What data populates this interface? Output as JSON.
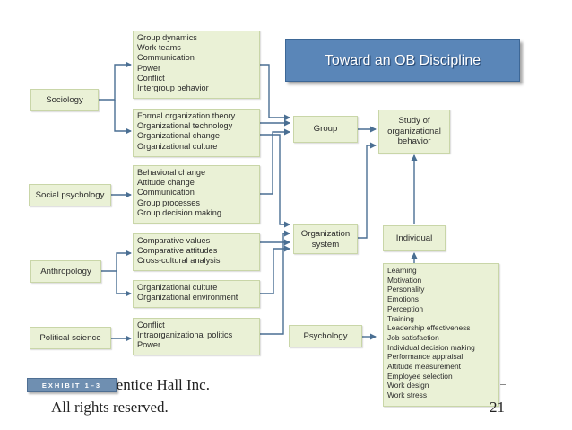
{
  "title": "Toward an OB Discipline",
  "exhibit": "EXHIBIT 1–3",
  "footer": {
    "copyright_fragment": "rentice Hall Inc.",
    "rights": "All rights reserved.",
    "page_number": "21"
  },
  "disciplines": {
    "sociology": "Sociology",
    "social_psychology": "Social psychology",
    "anthropology": "Anthropology",
    "political_science": "Political science",
    "psychology": "Psychology"
  },
  "lists": {
    "sociology_a": [
      "Group dynamics",
      "Work teams",
      "Communication",
      "Power",
      "Conflict",
      "Intergroup behavior"
    ],
    "sociology_b": [
      "Formal organization theory",
      "Organizational technology",
      "Organizational change",
      "Organizational culture"
    ],
    "social_psychology": [
      "Behavioral change",
      "Attitude change",
      "Communication",
      "Group processes",
      "Group decision making"
    ],
    "anthropology_a": [
      "Comparative values",
      "Comparative attitudes",
      "Cross-cultural analysis"
    ],
    "anthropology_b": [
      "Organizational culture",
      "Organizational environment"
    ],
    "political_science": [
      "Conflict",
      "Intraorganizational politics",
      "Power"
    ],
    "psychology": [
      "Learning",
      "Motivation",
      "Personality",
      "Emotions",
      "Perception",
      "Training",
      "Leadership effectiveness",
      "Job satisfaction",
      "Individual decision making",
      "Performance appraisal",
      "Attitude measurement",
      "Employee selection",
      "Work design",
      "Work stress"
    ]
  },
  "units": {
    "group": "Group",
    "organization_system": "Organization system",
    "individual": "Individual",
    "study": "Study of organizational behavior"
  },
  "colors": {
    "box_fill": "#eaf1d6",
    "arrow": "#4a6f93",
    "title_fill": "#5a86b8"
  }
}
